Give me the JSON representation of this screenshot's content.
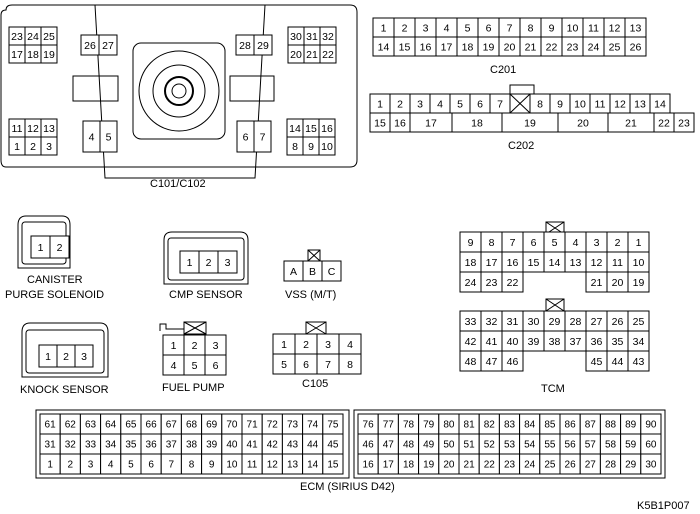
{
  "labels": {
    "c101": "C101/C102",
    "c201": "C201",
    "c202": "C202",
    "canister_line1": "CANISTER",
    "canister_line2": "PURGE SOLENOID",
    "cmp": "CMP SENSOR",
    "vss": "VSS (M/T)",
    "knock": "KNOCK SENSOR",
    "fuel_pump": "FUEL PUMP",
    "c105": "C105",
    "tcm": "TCM",
    "ecm": "ECM (SIRIUS D42)",
    "figure_id": "K5B1P007"
  },
  "c101": {
    "left_top": [
      [
        "23",
        "24",
        "25"
      ],
      [
        "17",
        "18",
        "19"
      ]
    ],
    "left_mid": [
      [
        "26",
        "27"
      ]
    ],
    "right_mid": [
      [
        "28",
        "29"
      ]
    ],
    "right_top": [
      [
        "30",
        "31",
        "32"
      ],
      [
        "20",
        "21",
        "22"
      ]
    ],
    "left_bottom": [
      [
        "11",
        "12",
        "13"
      ],
      [
        "1",
        "2",
        "3"
      ]
    ],
    "left_bottom_mid": [
      [
        "4",
        "5"
      ]
    ],
    "right_bottom_mid": [
      [
        "6",
        "7"
      ]
    ],
    "right_bottom": [
      [
        "14",
        "15",
        "16"
      ],
      [
        "8",
        "9",
        "10"
      ]
    ]
  },
  "c201": {
    "row1": [
      "1",
      "2",
      "3",
      "4",
      "5",
      "6",
      "7",
      "8",
      "9",
      "10",
      "11",
      "12",
      "13"
    ],
    "row2": [
      "14",
      "15",
      "16",
      "17",
      "18",
      "19",
      "20",
      "21",
      "22",
      "23",
      "24",
      "25",
      "26"
    ]
  },
  "c202": {
    "row1": [
      "1",
      "2",
      "3",
      "4",
      "5",
      "6",
      "7",
      "",
      "8",
      "9",
      "10",
      "11",
      "12",
      "13",
      "14"
    ],
    "row2": [
      "15",
      "16",
      "17",
      "18",
      "19",
      "20",
      "21",
      "22",
      "23"
    ]
  },
  "canister": [
    "1",
    "2"
  ],
  "cmp": [
    "1",
    "2",
    "3"
  ],
  "vss": [
    "A",
    "B",
    "C"
  ],
  "knock": [
    "1",
    "2",
    "3"
  ],
  "fuel_pump": [
    [
      "1",
      "2",
      "3"
    ],
    [
      "4",
      "5",
      "6"
    ]
  ],
  "c105": [
    [
      "1",
      "2",
      "3",
      "4"
    ],
    [
      "5",
      "6",
      "7",
      "8"
    ]
  ],
  "tcm_upper": [
    [
      "9",
      "8",
      "7",
      "6",
      "5",
      "4",
      "3",
      "2",
      "1"
    ],
    [
      "18",
      "17",
      "16",
      "15",
      "14",
      "13",
      "12",
      "11",
      "10"
    ],
    [
      "24",
      "23",
      "22",
      "",
      "",
      "",
      "",
      "21",
      "20",
      "19"
    ]
  ],
  "tcm_lower": [
    [
      "33",
      "32",
      "31",
      "30",
      "29",
      "28",
      "27",
      "26",
      "25"
    ],
    [
      "42",
      "41",
      "40",
      "39",
      "38",
      "37",
      "36",
      "35",
      "34"
    ],
    [
      "48",
      "47",
      "46",
      "",
      "",
      "",
      "45",
      "44",
      "43"
    ]
  ],
  "ecm_left": [
    [
      "61",
      "62",
      "63",
      "64",
      "65",
      "66",
      "67",
      "68",
      "69",
      "70",
      "71",
      "72",
      "73",
      "74",
      "75"
    ],
    [
      "31",
      "32",
      "33",
      "34",
      "35",
      "36",
      "37",
      "38",
      "39",
      "40",
      "41",
      "42",
      "43",
      "44",
      "45"
    ],
    [
      "1",
      "2",
      "3",
      "4",
      "5",
      "6",
      "7",
      "8",
      "9",
      "10",
      "11",
      "12",
      "13",
      "14",
      "15"
    ]
  ],
  "ecm_right": [
    [
      "76",
      "77",
      "78",
      "79",
      "80",
      "81",
      "82",
      "83",
      "84",
      "85",
      "86",
      "87",
      "88",
      "89",
      "90"
    ],
    [
      "46",
      "47",
      "48",
      "49",
      "50",
      "51",
      "52",
      "53",
      "54",
      "55",
      "56",
      "57",
      "58",
      "59",
      "60"
    ],
    [
      "16",
      "17",
      "18",
      "19",
      "20",
      "21",
      "22",
      "23",
      "24",
      "25",
      "26",
      "27",
      "28",
      "29",
      "30"
    ]
  ]
}
